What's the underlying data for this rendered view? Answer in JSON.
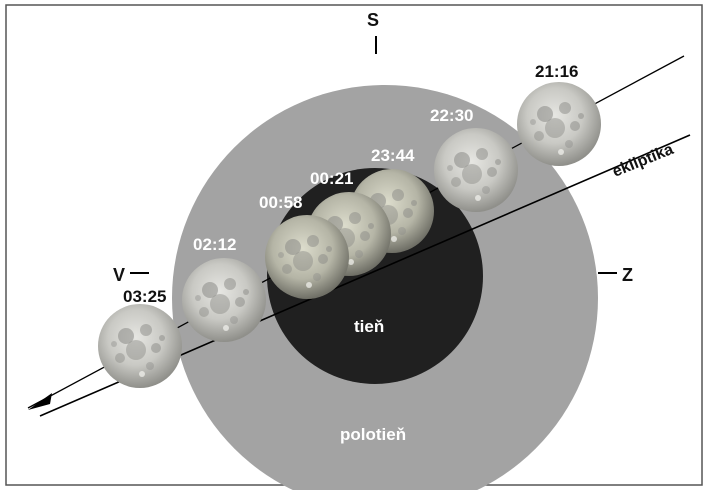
{
  "diagram": {
    "colors": {
      "background": "#ffffff",
      "border": "#555555",
      "penumbra": "#a3a3a3",
      "umbra": "#202020",
      "ecliptic": "#000000",
      "label_dark": "#111111",
      "label_light": "#ffffff"
    },
    "directions": {
      "north": "S",
      "west": "Z",
      "east": "V"
    },
    "ecliptic_label": "ekliptika",
    "umbra_label": "tieň",
    "penumbra_label": "polotieň",
    "moon_positions": [
      {
        "time": "21:16"
      },
      {
        "time": "22:30"
      },
      {
        "time": "23:44"
      },
      {
        "time": "00:21"
      },
      {
        "time": "00:58"
      },
      {
        "time": "02:12"
      },
      {
        "time": "03:25"
      }
    ]
  }
}
